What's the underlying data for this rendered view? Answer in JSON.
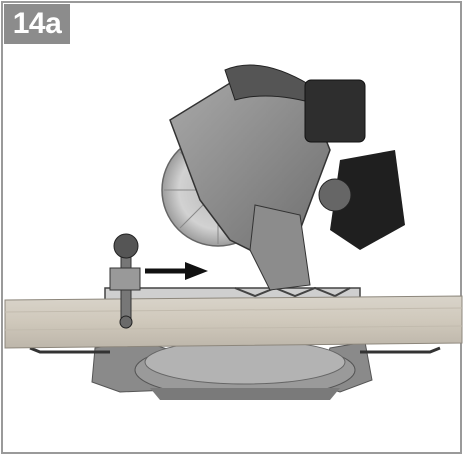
{
  "figure": {
    "label": "14a"
  },
  "colors": {
    "frame_border": "#9a9a9a",
    "label_background": "#8c8c8c",
    "label_text": "#ffffff"
  },
  "illustration": {
    "subject": "miter-saw",
    "icons": [
      "miter-saw-illustration",
      "wood-board",
      "clamp-knob",
      "direction-arrow-right"
    ]
  }
}
